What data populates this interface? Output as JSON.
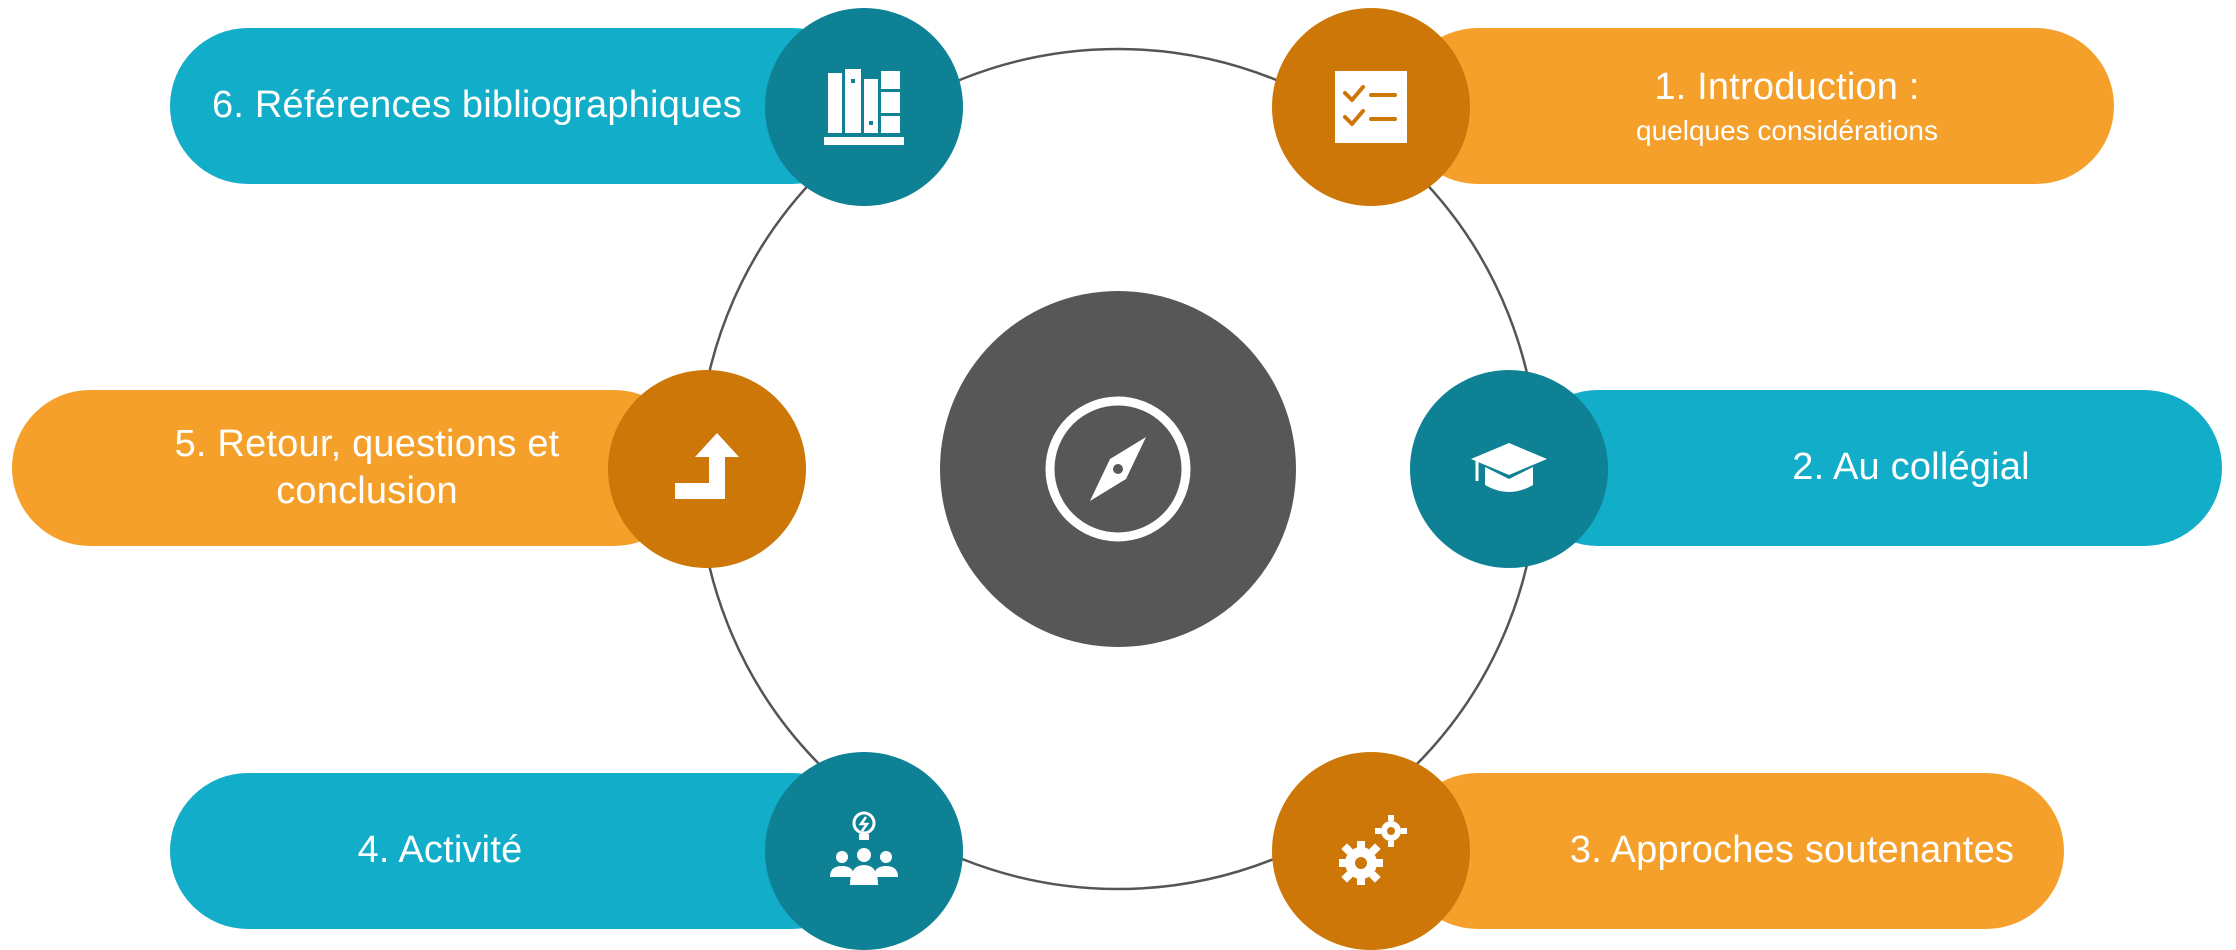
{
  "colors": {
    "teal_light": "#12ADC8",
    "teal_dark": "#0E8294",
    "orange_light": "#F4A02A",
    "orange_dark": "#CC7708",
    "hub": "#575757",
    "ring": "#555555"
  },
  "hub": {
    "icon": "compass-icon"
  },
  "items": [
    {
      "id": "introduction",
      "title": "1. Introduction :",
      "subtitle": "quelques considérations",
      "icon": "checklist-icon"
    },
    {
      "id": "au-collegial",
      "title": "2. Au collégial",
      "icon": "graduation-cap-icon"
    },
    {
      "id": "approches",
      "title": "3. Approches soutenantes",
      "icon": "gears-icon"
    },
    {
      "id": "activite",
      "title": "4. Activité",
      "icon": "team-idea-icon"
    },
    {
      "id": "retour",
      "title": "5. Retour, questions et",
      "title_line2": "conclusion",
      "icon": "turn-up-arrow-icon"
    },
    {
      "id": "references",
      "title": "6. Références bibliographiques",
      "icon": "books-icon"
    }
  ]
}
